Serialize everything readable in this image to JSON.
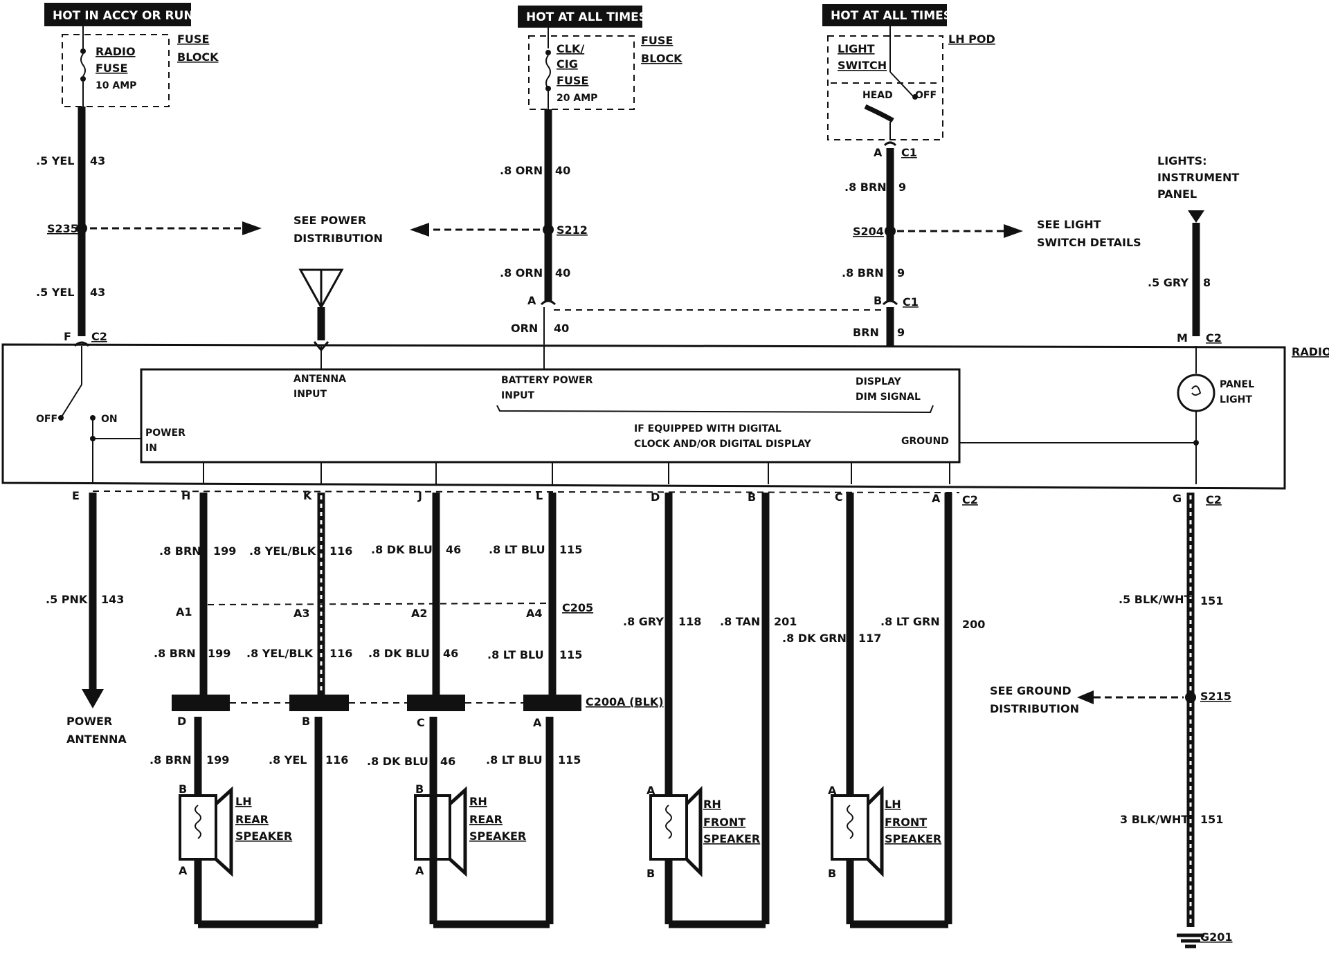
{
  "headers": {
    "hot_accy_run": "HOT IN ACCY OR RUN",
    "hot_all_times_1": "HOT AT ALL TIMES",
    "hot_all_times_2": "HOT AT ALL TIMES"
  },
  "fuse_radio": {
    "line1": "RADIO",
    "line2": "FUSE",
    "rating": "10 AMP"
  },
  "fuse_block_label_1": {
    "line1": "FUSE",
    "line2": "BLOCK"
  },
  "fuse_clk": {
    "line1": "CLK/",
    "line2": "CIG",
    "line3": "FUSE",
    "rating": "20 AMP"
  },
  "fuse_block_label_2": {
    "line1": "FUSE",
    "line2": "BLOCK"
  },
  "light_switch": {
    "line1": "LIGHT",
    "line2": "SWITCH",
    "pod": "LH POD",
    "head": "HEAD",
    "off": "OFF"
  },
  "lights_ip": {
    "line1": "LIGHTS:",
    "line2": "INSTRUMENT",
    "line3": "PANEL"
  },
  "splices": {
    "s235": "S235",
    "s212": "S212",
    "s204": "S204",
    "s215": "S215"
  },
  "see_power": {
    "line1": "SEE POWER",
    "line2": "DISTRIBUTION"
  },
  "see_light": {
    "line1": "SEE LIGHT",
    "line2": "SWITCH DETAILS"
  },
  "see_ground": {
    "line1": "SEE GROUND",
    "line2": "DISTRIBUTION"
  },
  "wires": {
    "w43_a": {
      "gauge": ".5 YEL",
      "circuit": "43"
    },
    "w43_b": {
      "gauge": ".5 YEL",
      "circuit": "43"
    },
    "w40_a": {
      "gauge": ".8 ORN",
      "circuit": "40"
    },
    "w40_b": {
      "gauge": ".8 ORN",
      "circuit": "40"
    },
    "w40_c": {
      "gauge": "ORN",
      "circuit": "40"
    },
    "w9_a": {
      "gauge": ".8 BRN",
      "circuit": "9"
    },
    "w9_b": {
      "gauge": ".8 BRN",
      "circuit": "9"
    },
    "w9_c": {
      "gauge": "BRN",
      "circuit": "9"
    },
    "w8": {
      "gauge": ".5 GRY",
      "circuit": "8"
    },
    "w143": {
      "gauge": ".5 PNK",
      "circuit": "143"
    },
    "w199_a": {
      "gauge": ".8 BRN",
      "circuit": "199"
    },
    "w199_b": {
      "gauge": ".8 BRN",
      "circuit": "199"
    },
    "w199_c": {
      "gauge": ".8 BRN",
      "circuit": "199"
    },
    "w116_a": {
      "gauge": ".8 YEL/BLK",
      "circuit": "116"
    },
    "w116_b": {
      "gauge": ".8 YEL/BLK",
      "circuit": "116"
    },
    "w116_c": {
      "gauge": ".8 YEL",
      "circuit": "116"
    },
    "w46_a": {
      "gauge": ".8 DK BLU",
      "circuit": "46"
    },
    "w46_b": {
      "gauge": ".8 DK BLU",
      "circuit": "46"
    },
    "w46_c": {
      "gauge": ".8 DK BLU",
      "circuit": "46"
    },
    "w115_a": {
      "gauge": ".8 LT BLU",
      "circuit": "115"
    },
    "w115_b": {
      "gauge": ".8 LT BLU",
      "circuit": "115"
    },
    "w115_c": {
      "gauge": ".8 LT BLU",
      "circuit": "115"
    },
    "w118": {
      "gauge": ".8 GRY",
      "circuit": "118"
    },
    "w201": {
      "gauge": ".8 TAN",
      "circuit": "201"
    },
    "w117": {
      "gauge": ".8 DK GRN",
      "circuit": "117"
    },
    "w200": {
      "gauge": ".8 LT GRN",
      "circuit": "200"
    },
    "w151_a": {
      "gauge": ".5 BLK/WHT",
      "circuit": "151"
    },
    "w151_b": {
      "gauge": "3 BLK/WHT",
      "circuit": "151"
    }
  },
  "connectors": {
    "c2_f": "C2",
    "c1_a": "C1",
    "c1_b": "C1",
    "c2_m": "C2",
    "c2_a": "C2",
    "c2_g": "C2",
    "c205": "C205",
    "c200a": "C200A (BLK)",
    "g201": "G201"
  },
  "pins": {
    "f": "F",
    "a_top": "A",
    "a_c1": "A",
    "b_c1": "B",
    "m": "M",
    "e": "E",
    "h": "H",
    "k": "K",
    "j": "J",
    "l": "L",
    "d": "D",
    "b": "B",
    "c": "C",
    "a": "A",
    "g": "G",
    "a1": "A1",
    "a3": "A3",
    "a2": "A2",
    "a4": "A4",
    "c200_d": "D",
    "c200_b": "B",
    "c200_c": "C",
    "c200_a": "A"
  },
  "radio": {
    "label": "RADIO",
    "antenna_input_1": "ANTENNA",
    "antenna_input_2": "INPUT",
    "battery_1": "BATTERY POWER",
    "battery_2": "INPUT",
    "display_1": "DISPLAY",
    "display_2": "DIM SIGNAL",
    "digital_1": "IF EQUIPPED WITH DIGITAL",
    "digital_2": "CLOCK AND/OR DIGITAL DISPLAY",
    "ground": "GROUND",
    "power_in_1": "POWER",
    "power_in_2": "IN",
    "off": "OFF",
    "on": "ON",
    "panel_light_1": "PANEL",
    "panel_light_2": "LIGHT"
  },
  "power_antenna": {
    "line1": "POWER",
    "line2": "ANTENNA"
  },
  "speakers": {
    "lh_rear": {
      "l1": "LH",
      "l2": "REAR",
      "l3": "SPEAKER",
      "top_pin": "B",
      "bot_pin": "A"
    },
    "rh_rear": {
      "l1": "RH",
      "l2": "REAR",
      "l3": "SPEAKER",
      "top_pin": "B",
      "bot_pin": "A"
    },
    "rh_front": {
      "l1": "RH",
      "l2": "FRONT",
      "l3": "SPEAKER",
      "top_pin": "A",
      "bot_pin": "B"
    },
    "lh_front": {
      "l1": "LH",
      "l2": "FRONT",
      "l3": "SPEAKER",
      "top_pin": "A",
      "bot_pin": "B"
    }
  }
}
